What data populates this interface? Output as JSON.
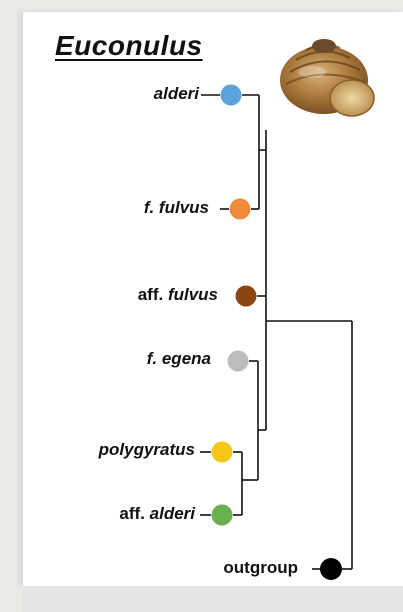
{
  "title": "Euconulus",
  "taxa": [
    {
      "id": "alderi",
      "parts": [
        {
          "text": "alderi",
          "italic": true
        }
      ],
      "color": "#5ba3dd"
    },
    {
      "id": "ffulvus",
      "parts": [
        {
          "text": "f. fulvus",
          "italic": true
        }
      ],
      "color": "#ee8a3c"
    },
    {
      "id": "afffulvus",
      "parts": [
        {
          "text": "aff. ",
          "italic": false
        },
        {
          "text": "fulvus",
          "italic": true
        }
      ],
      "color": "#8b4513"
    },
    {
      "id": "fegena",
      "parts": [
        {
          "text": "f. egena",
          "italic": true
        }
      ],
      "color": "#bcbcbc"
    },
    {
      "id": "polygyratus",
      "parts": [
        {
          "text": "polygyratus",
          "italic": true
        }
      ],
      "color": "#f5c518"
    },
    {
      "id": "affalderi",
      "parts": [
        {
          "text": "aff. ",
          "italic": false
        },
        {
          "text": "alderi",
          "italic": true
        }
      ],
      "color": "#6ab04c"
    },
    {
      "id": "outgroup",
      "parts": [
        {
          "text": "outgroup",
          "italic": false
        }
      ],
      "color": "#000000"
    }
  ],
  "colors": {
    "branch": "#111111",
    "background": "#ffffff"
  },
  "icons": {
    "specimen": "snail-shell-icon"
  }
}
